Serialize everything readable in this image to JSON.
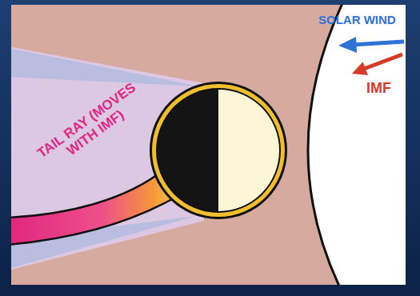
{
  "diagram": {
    "labels": [
      "SOLAR WIND",
      "IMF",
      "TAIL RAY (MOVES WITH IMF)"
    ]
  }
}
